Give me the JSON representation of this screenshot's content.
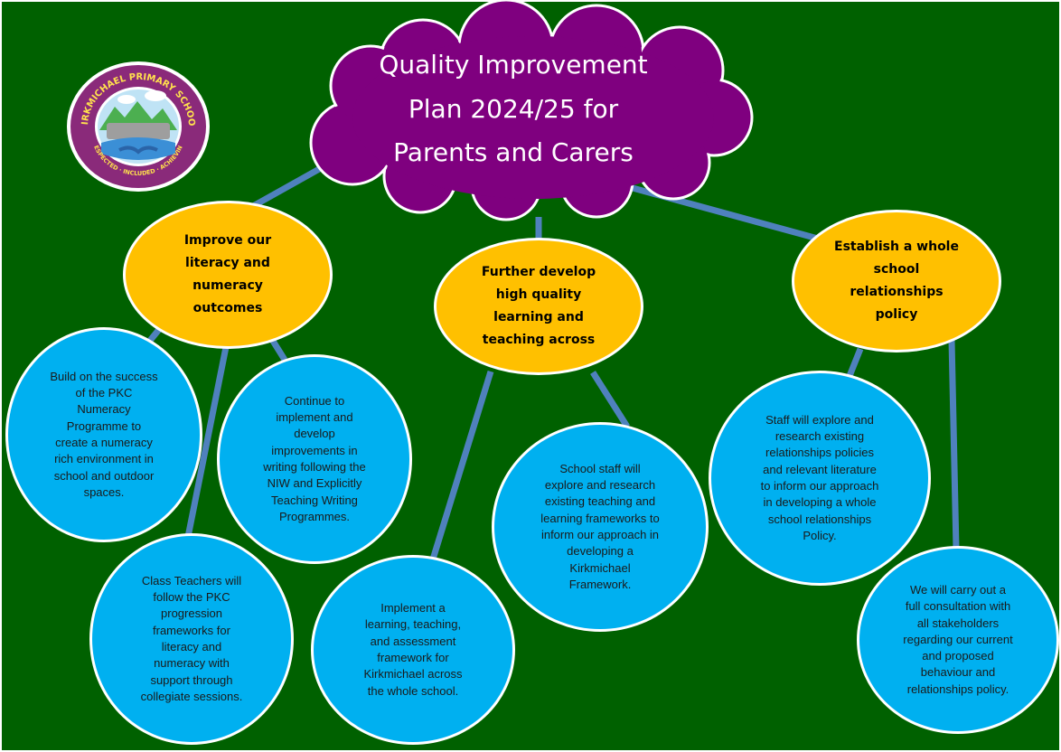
{
  "title": "Quality Improvement\nPlan 2024/25 for\nParents and Carers",
  "logo": {
    "school_name": "KIRKMICHAEL PRIMARY SCHOOL",
    "motto": "RESPECTED · INCLUDED · ACHIEVING"
  },
  "goals": [
    {
      "label": "Improve our\nliteracy and\nnumeracy\noutcomes"
    },
    {
      "label": "Further develop\nhigh quality\nlearning and\nteaching across"
    },
    {
      "label": "Establish a whole\nschool\nrelationships\npolicy"
    }
  ],
  "actions": [
    {
      "text": "Build on the success\nof the PKC\nNumeracy\nProgramme to\ncreate a numeracy\nrich environment in\nschool and outdoor\nspaces."
    },
    {
      "text": "Continue to\nimplement and\ndevelop\nimprovements in\nwriting following the\nNIW and Explicitly\nTeaching Writing\nProgrammes."
    },
    {
      "text": "Class Teachers will\nfollow the PKC\nprogression\nframeworks for\nliteracy and\nnumeracy with\nsupport through\ncollegiate sessions."
    },
    {
      "text": "Implement a\nlearning, teaching,\nand assessment\nframework for\nKirkmichael across\nthe whole school."
    },
    {
      "text": "School staff will\nexplore and research\nexisting teaching and\nlearning frameworks to\ninform our approach in\ndeveloping a\nKirkmichael\nFramework."
    },
    {
      "text": "Staff will explore and\nresearch existing\nrelationships policies\nand relevant literature\nto inform our approach\nin developing a whole\nschool relationships\nPolicy."
    },
    {
      "text": "We will carry out a\nfull consultation with\nall stakeholders\nregarding our current\nand proposed\nbehaviour and\nrelationships policy."
    }
  ],
  "colors": {
    "background": "#006100",
    "cloud": "#7f007f",
    "goal": "#ffc000",
    "action": "#00b0f0",
    "connector": "#4f81bd"
  }
}
